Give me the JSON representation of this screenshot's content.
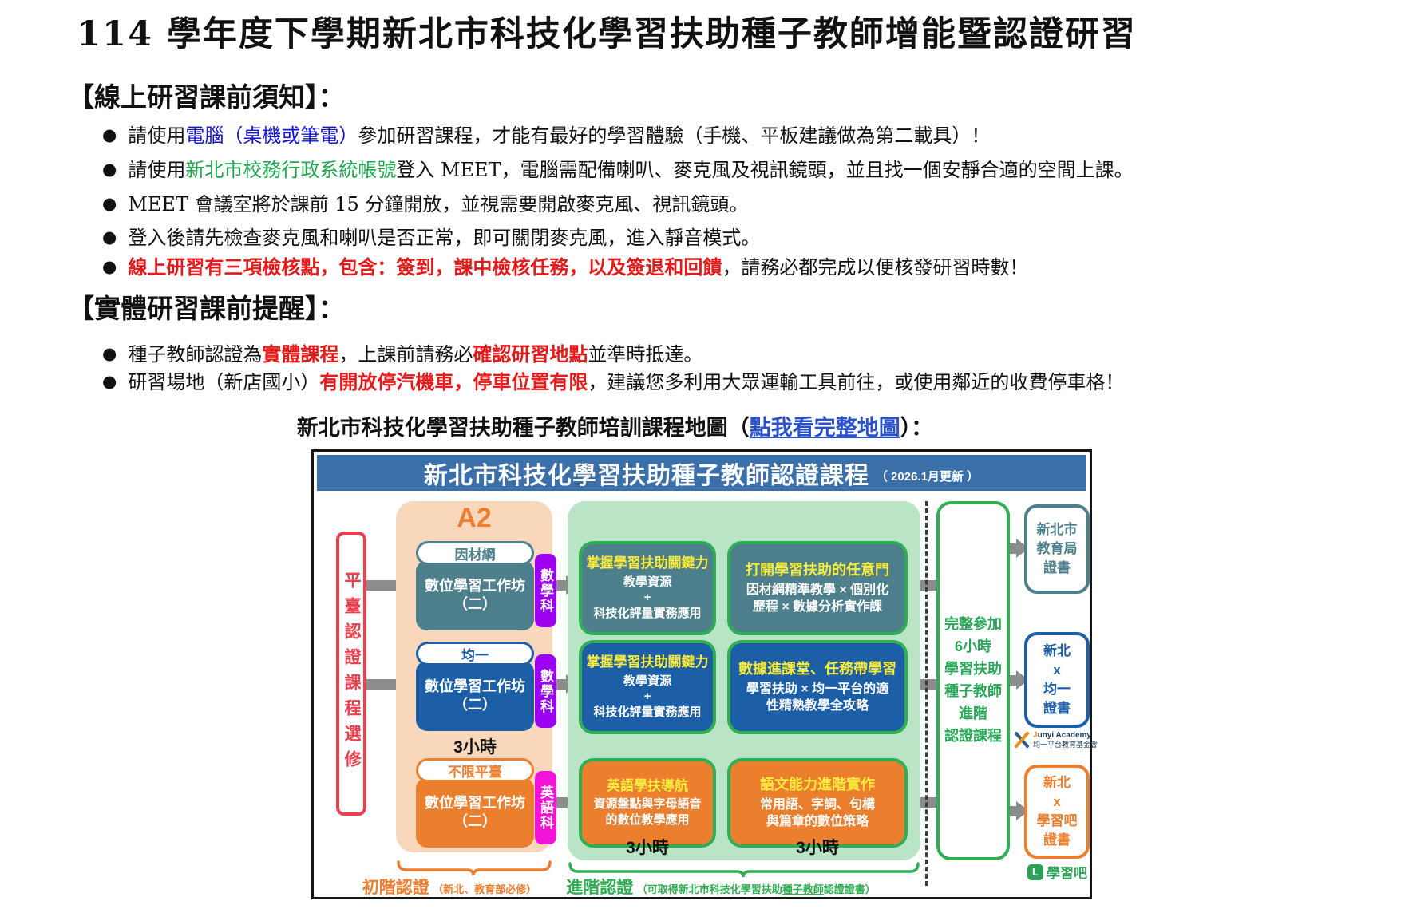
{
  "title": "114 學年度下學期新北市科技化學習扶助種子教師增能暨認證研習",
  "online": {
    "header": "【線上研習課前須知】：",
    "b1a": "請使用",
    "b1b": "電腦（桌機或筆電）",
    "b1c": "參加研習課程，才能有最好的學習體驗（手機、平板建議做為第二載具）！",
    "b2a": "請使用",
    "b2b": "新北市校務行政系統帳號",
    "b2c": "登入 MEET，電腦需配備喇叭、麥克風及視訊鏡頭，並且找一個安靜合適的空間上課。",
    "b3": "MEET 會議室將於課前 15 分鐘開放，並視需要開啟麥克風、視訊鏡頭。",
    "b4": "登入後請先檢查麥克風和喇叭是否正常，即可關閉麥克風，進入靜音模式。",
    "b5a": "線上研習有三項檢核點，包含：簽到，課中檢核任務，以及簽退和回饋",
    "b5b": "，請務必都完成以便核發研習時數！"
  },
  "onsite": {
    "header": "【實體研習課前提醒】：",
    "b1a": "種子教師認證為",
    "b1b": "實體課程",
    "b1c": "，上課前請務必",
    "b1d": "確認研習地點",
    "b1e": "並準時抵達。",
    "b2a": "研習場地（新店國小）",
    "b2b": "有開放停汽機車，停車位置有限",
    "b2c": "，建議您多利用大眾運輸工具前往，或使用鄰近的收費停車格！"
  },
  "caption": {
    "prefix": "新北市科技化學習扶助種子教師培訓課程地圖（",
    "link": "點我看完整地圖",
    "suffix": "）："
  },
  "diagram": {
    "header_title": "新北市科技化學習扶助種子教師認證課程",
    "header_update": "（ 2026.1月更新 ）",
    "left_box": "平臺認證課程選修",
    "a2": "A2",
    "w1_pill": "因材網",
    "w1_l1": "數位學習工作坊",
    "w1_l2": "（二）",
    "w1_tag": "數學科",
    "w2_pill": "均一",
    "w2_l1": "數位學習工作坊",
    "w2_l2": "（二）",
    "w2_tag": "數學科",
    "w3_pill": "不限平臺",
    "w3_l1": "數位學習工作坊",
    "w3_l2": "（二）",
    "w3_tag": "英語科",
    "a2_hours": "3小時",
    "c11_title": "掌握學習扶助關鍵力",
    "c11_l1": "教學資源",
    "c11_l2": "+",
    "c11_l3": "科技化評量實務應用",
    "c12_title": "打開學習扶助的任意門",
    "c12_l1": "因材網精準教學 × 個別化",
    "c12_l2": "歷程 × 數據分析實作課",
    "c21_title": "掌握學習扶助關鍵力",
    "c21_l1": "教學資源",
    "c21_l2": "+",
    "c21_l3": "科技化評量實務應用",
    "c22_title": "數據進課堂、任務帶學習",
    "c22_l1": "學習扶助 × 均一平台的適",
    "c22_l2": "性精熟教學全攻略",
    "c31_title": "英語學扶導航",
    "c31_l1": "資源盤點與字母語音",
    "c31_l2": "的數位教學應用",
    "c32_title": "語文能力進階實作",
    "c32_l1": "常用語、字詞、句構",
    "c32_l2": "與篇章的數位策略",
    "hours1": "3小時",
    "hours2": "3小時",
    "complete_l1": "完整參加",
    "complete_l2": "6小時",
    "complete_l3": "學習扶助",
    "complete_l4": "種子教師",
    "complete_l5": "進階",
    "complete_l6": "認證課程",
    "cert1_l1": "新北市",
    "cert1_l2": "教育局",
    "cert1_l3": "證書",
    "cert2_l1": "新北",
    "cert2_l2": "x",
    "cert2_l3": "均一",
    "cert2_l4": "證書",
    "junyi_j": "J",
    "junyi_name": "unyi Academy",
    "junyi_org": "均一平台教育基金會",
    "cert3_l1": "新北",
    "cert3_l2": "x",
    "cert3_l3": "學習吧",
    "cert3_l4": "證書",
    "learnmode_icon": "L",
    "learnmode": "學習吧",
    "beginner": "初階認證",
    "beginner_note": "（新北、教育部必修）",
    "advanced": "進階認證",
    "advanced_note_a": "（可取得新北市科技化學習扶助",
    "advanced_note_b": "種子教師",
    "advanced_note_c": "認證證書）"
  },
  "colors": {
    "blue_text": "#1515cf",
    "green_text": "#1fa84e",
    "red_text": "#e51a1a",
    "link_blue": "#2b51c8",
    "header_band": "#3a6fa9",
    "peach_panel": "#f8d7ba",
    "green_panel": "#b9e4c6",
    "teal_box": "#4d7f8d",
    "blue_box": "#1d5fa6",
    "orange_box": "#ec7f2e",
    "purple_tag": "#9b00f0",
    "magenta_tag": "#f313d8",
    "box_border_green": "#2fae53",
    "red_outline": "#e8404d",
    "arrow_gray": "#8c8c8c",
    "title_yellow": "#f7ec3e"
  }
}
